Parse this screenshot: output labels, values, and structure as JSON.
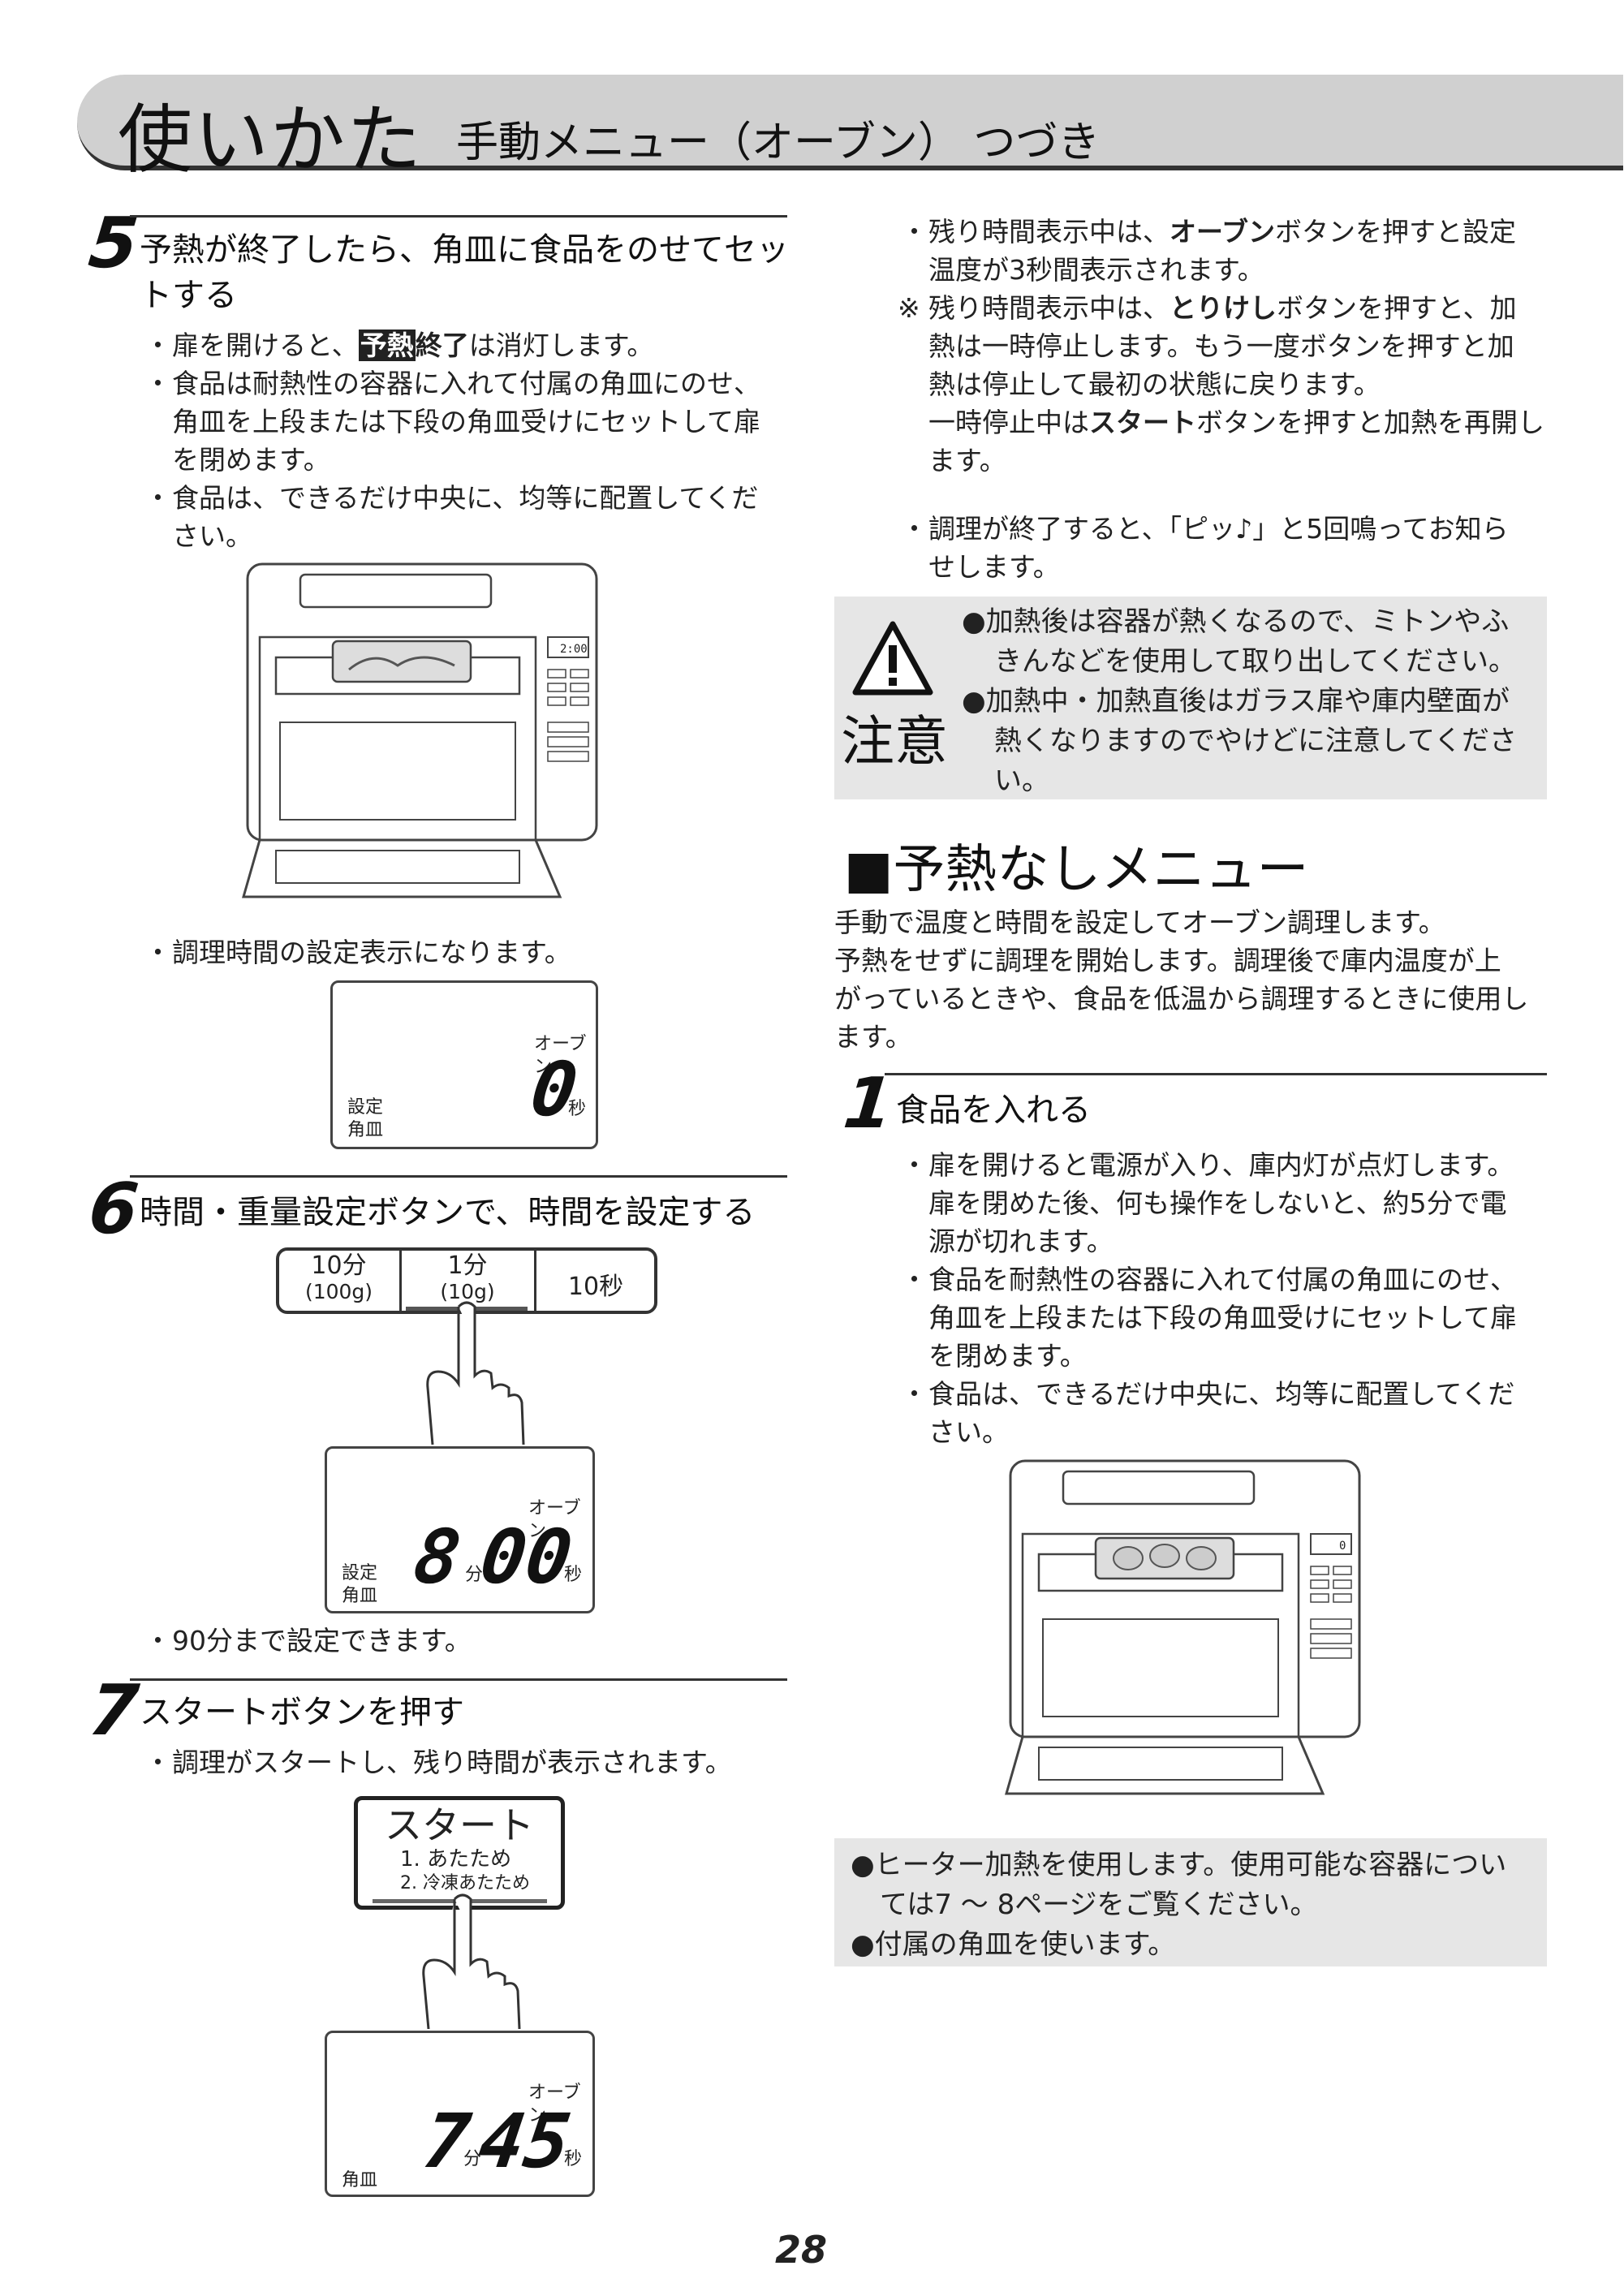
{
  "header": {
    "title": "使いかた",
    "subtitle": "手動メニュー（オーブン） つづき"
  },
  "step5": {
    "num": "5",
    "title_l1": "予熱が終了したら、角皿に食品をのせてセッ",
    "title_l2": "トする",
    "b1_pre": "扉を開けると、",
    "b1_hl": "予熱",
    "b1_bold": "終了",
    "b1_post": "は消灯します。",
    "b2_l1": "食品は耐熱性の容器に入れて付属の角皿にのせ、",
    "b2_l2": "角皿を上段または下段の角皿受けにセットして扉",
    "b2_l3": "を閉めます。",
    "b3_l1": "食品は、できるだけ中央に、均等に配置してくだ",
    "b3_l2": "さい。",
    "oven_display": "2:00",
    "b4": "調理時間の設定表示になります。",
    "lcd": {
      "mode": "オーブン",
      "label1": "設定",
      "label2": "角皿",
      "value": "0",
      "unit": "秒"
    }
  },
  "step6": {
    "num": "6",
    "title": "時間・重量設定ボタンで、時間を設定する",
    "buttons": [
      {
        "l1": "10分",
        "l2": "(100g)"
      },
      {
        "l1": "1分",
        "l2": "(10g)"
      },
      {
        "l1": "10秒",
        "l2": ""
      }
    ],
    "lcd": {
      "mode": "オーブン",
      "label1": "設定",
      "label2": "角皿",
      "min": "8",
      "min_unit": "分",
      "sec": "00",
      "sec_unit": "秒"
    },
    "b1": "90分まで設定できます。"
  },
  "step7": {
    "num": "7",
    "title": "スタートボタンを押す",
    "b1": "調理がスタートし、残り時間が表示されます。",
    "button": {
      "title": "スタート",
      "l1": "1. あたため",
      "l2": "2. 冷凍あたため"
    },
    "lcd": {
      "mode": "オーブン",
      "label": "角皿",
      "min": "7",
      "min_unit": "分",
      "sec": "45",
      "sec_unit": "秒"
    }
  },
  "right": {
    "r1_l1_pre": "残り時間表示中は、",
    "r1_l1_bold": "オーブン",
    "r1_l1_post": "ボタンを押すと設定",
    "r1_l2": "温度が3秒間表示されます。",
    "r2_mark": "※",
    "r2_l1_pre": "残り時間表示中は、",
    "r2_l1_bold": "とりけし",
    "r2_l1_post": "ボタンを押すと、加",
    "r2_l2": "熱は一時停止します。もう一度ボタンを押すと加",
    "r2_l3": "熱は停止して最初の状態に戻ります。",
    "r2_l4_pre": "一時停止中は",
    "r2_l4_bold": "スタート",
    "r2_l4_post": "ボタンを押すと加熱を再開し",
    "r2_l5": "ます。",
    "r3_l1": "調理が終了すると、「ピッ♪」と5回鳴ってお知ら",
    "r3_l2": "せします。"
  },
  "caution": {
    "label": "注意",
    "c1_l1": "●加熱後は容器が熱くなるので、ミトンやふ",
    "c1_l2": "きんなどを使用して取り出してください。",
    "c2_l1": "●加熱中・加熱直後はガラス扉や庫内壁面が",
    "c2_l2": "熱くなりますのでやけどに注意してくださ",
    "c2_l3": "い。"
  },
  "noheat": {
    "heading": "■予熱なしメニュー",
    "p1": "手動で温度と時間を設定してオーブン調理します。",
    "p2_l1": "予熱をせずに調理を開始します。調理後で庫内温度が上",
    "p2_l2": "がっているときや、食品を低温から調理するときに使用し",
    "p2_l3": "ます。",
    "step1_num": "1",
    "step1_title": "食品を入れる",
    "b1_l1": "扉を開けると電源が入り、庫内灯が点灯します。",
    "b1_l2": "扉を閉めた後、何も操作をしないと、約5分で電",
    "b1_l3": "源が切れます。",
    "b2_l1": "食品を耐熱性の容器に入れて付属の角皿にのせ、",
    "b2_l2": "角皿を上段または下段の角皿受けにセットして扉",
    "b2_l3": "を閉めます。",
    "b3_l1": "食品は、できるだけ中央に、均等に配置してくだ",
    "b3_l2": "さい。",
    "oven_display": "0",
    "note1_l1": "●ヒーター加熱を使用します。使用可能な容器につい",
    "note1_l2": "ては7 ～ 8ページをご覧ください。",
    "note2": "●付属の角皿を使います。"
  },
  "page_number": "28"
}
